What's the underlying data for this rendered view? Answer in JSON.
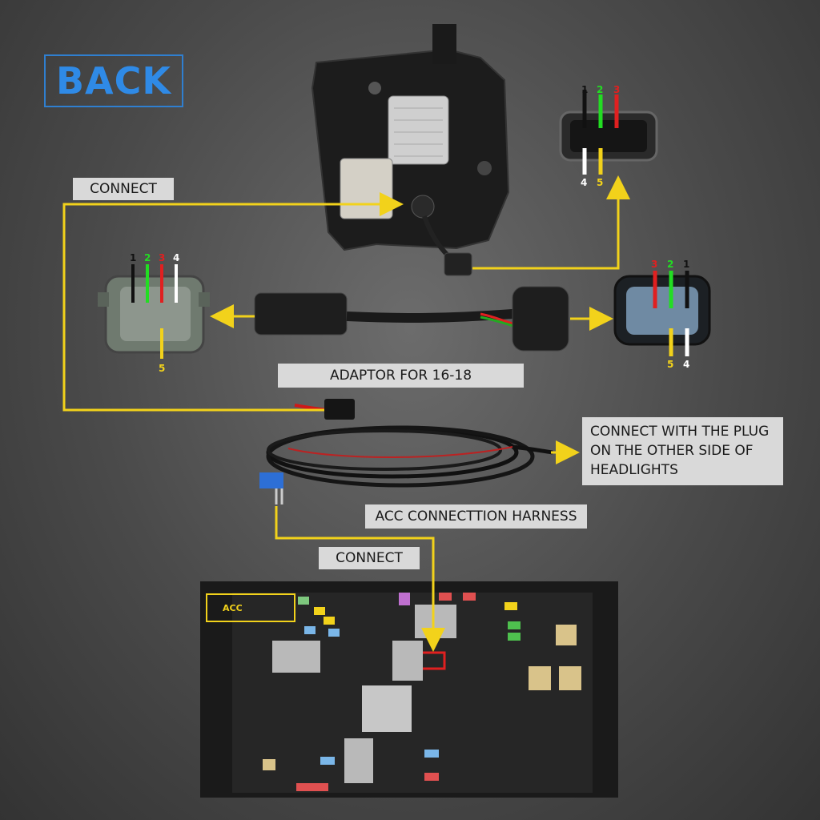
{
  "title": "BACK",
  "labels": {
    "connect_top": "CONNECT",
    "adaptor": "ADAPTOR FOR 16-18",
    "connect_plug_line1": "CONNECT WITH THE PLUG",
    "connect_plug_line2": "ON THE OTHER SIDE OF",
    "connect_plug_line3": "HEADLIGHTS",
    "acc_harness": "ACC CONNECTTION HARNESS",
    "connect_bottom": "CONNECT",
    "acc": "ACC"
  },
  "pins": {
    "p1": "1",
    "p2": "2",
    "p3": "3",
    "p4": "4",
    "p5": "5"
  },
  "colors": {
    "accent": "#2f8ae6",
    "arrow": "#f2d21b",
    "wire_green": "#22dd22",
    "wire_red": "#e02020",
    "wire_white": "#ffffff",
    "wire_black": "#111111",
    "wire_yellow": "#f2d21b"
  }
}
